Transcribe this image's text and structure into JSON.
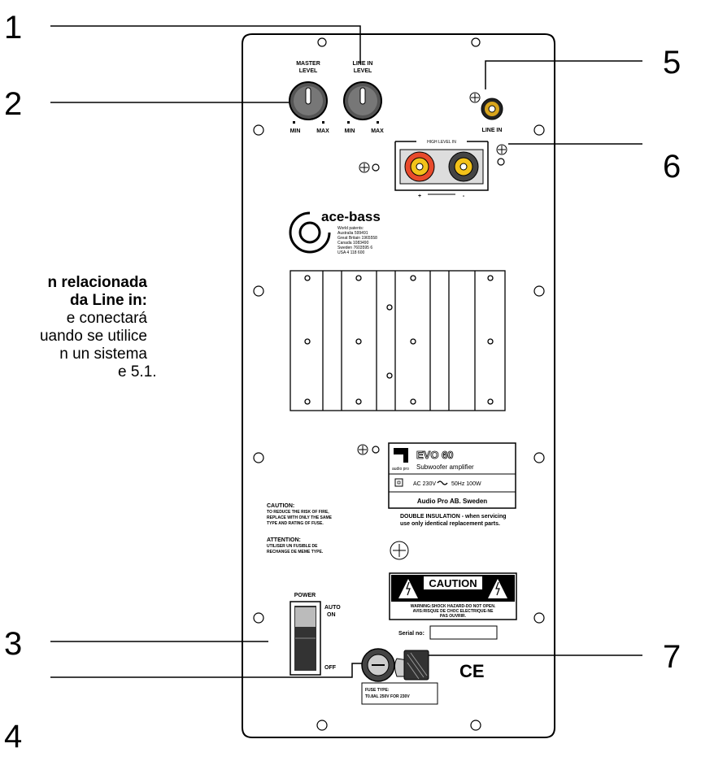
{
  "callouts": [
    "1",
    "2",
    "3",
    "4",
    "5",
    "6",
    "7"
  ],
  "knobs": {
    "master": {
      "label_line1": "MASTER",
      "label_line2": "LEVEL",
      "min": "MIN",
      "max": "MAX"
    },
    "line_in": {
      "label_line1": "LINE IN",
      "label_line2": "LEVEL",
      "min": "MIN",
      "max": "MAX"
    }
  },
  "line_in_jack_label": "LINE IN",
  "high_level_in": {
    "label": "HIGH LEVEL IN",
    "plus": "+",
    "minus": "-"
  },
  "logo": {
    "name": "ace-bass",
    "patents": [
      "World patents:",
      "Australia 599491",
      "Great Britain 1965558",
      "Canada 1083490",
      "Sweden 7603595 6",
      "USA 4 118 600"
    ]
  },
  "side_text": {
    "line1": "n relacionada",
    "line2": "da Line in:",
    "line3": "e conectará",
    "line4": "uando se utilice",
    "line5": "n un sistema",
    "line6": "e 5.1."
  },
  "plate": {
    "brand": "audio pro",
    "model": "EVO 60",
    "subtitle": "Subwoofer amplifier",
    "power": "AC 230V",
    "freq": "50Hz 100W",
    "company": "Audio Pro AB. Sweden"
  },
  "double_insulation": [
    "DOUBLE INSULATION - when servicing",
    "use only identical replacement parts."
  ],
  "caution_fuse": [
    "CAUTION:",
    "TO REDUCE THE RISK OF FIRE,",
    "REPLACE WITH ONLY THE SAME",
    "TYPE AND RATING OF FUSE."
  ],
  "attention_fuse": [
    "ATTENTION:",
    "UTILISER UN FUSIBLE DE",
    "RECHANGE DE MEME TYPE."
  ],
  "caution_box": {
    "title": "CAUTION",
    "lines": [
      "WARNING:SHOCK HAZARD-DO NOT OPEN.",
      "AVIS:RISQUE DE CHOC ELECTRIQUE-NE",
      "PAS OUVRIR."
    ]
  },
  "serial_label": "Serial no:",
  "power_switch": {
    "title": "POWER",
    "auto": "AUTO",
    "on": "ON",
    "off": "OFF"
  },
  "fuse_type": [
    "FUSE TYPE:",
    "T0.8AL 250V FOR 230V"
  ],
  "ce_mark": "CE"
}
